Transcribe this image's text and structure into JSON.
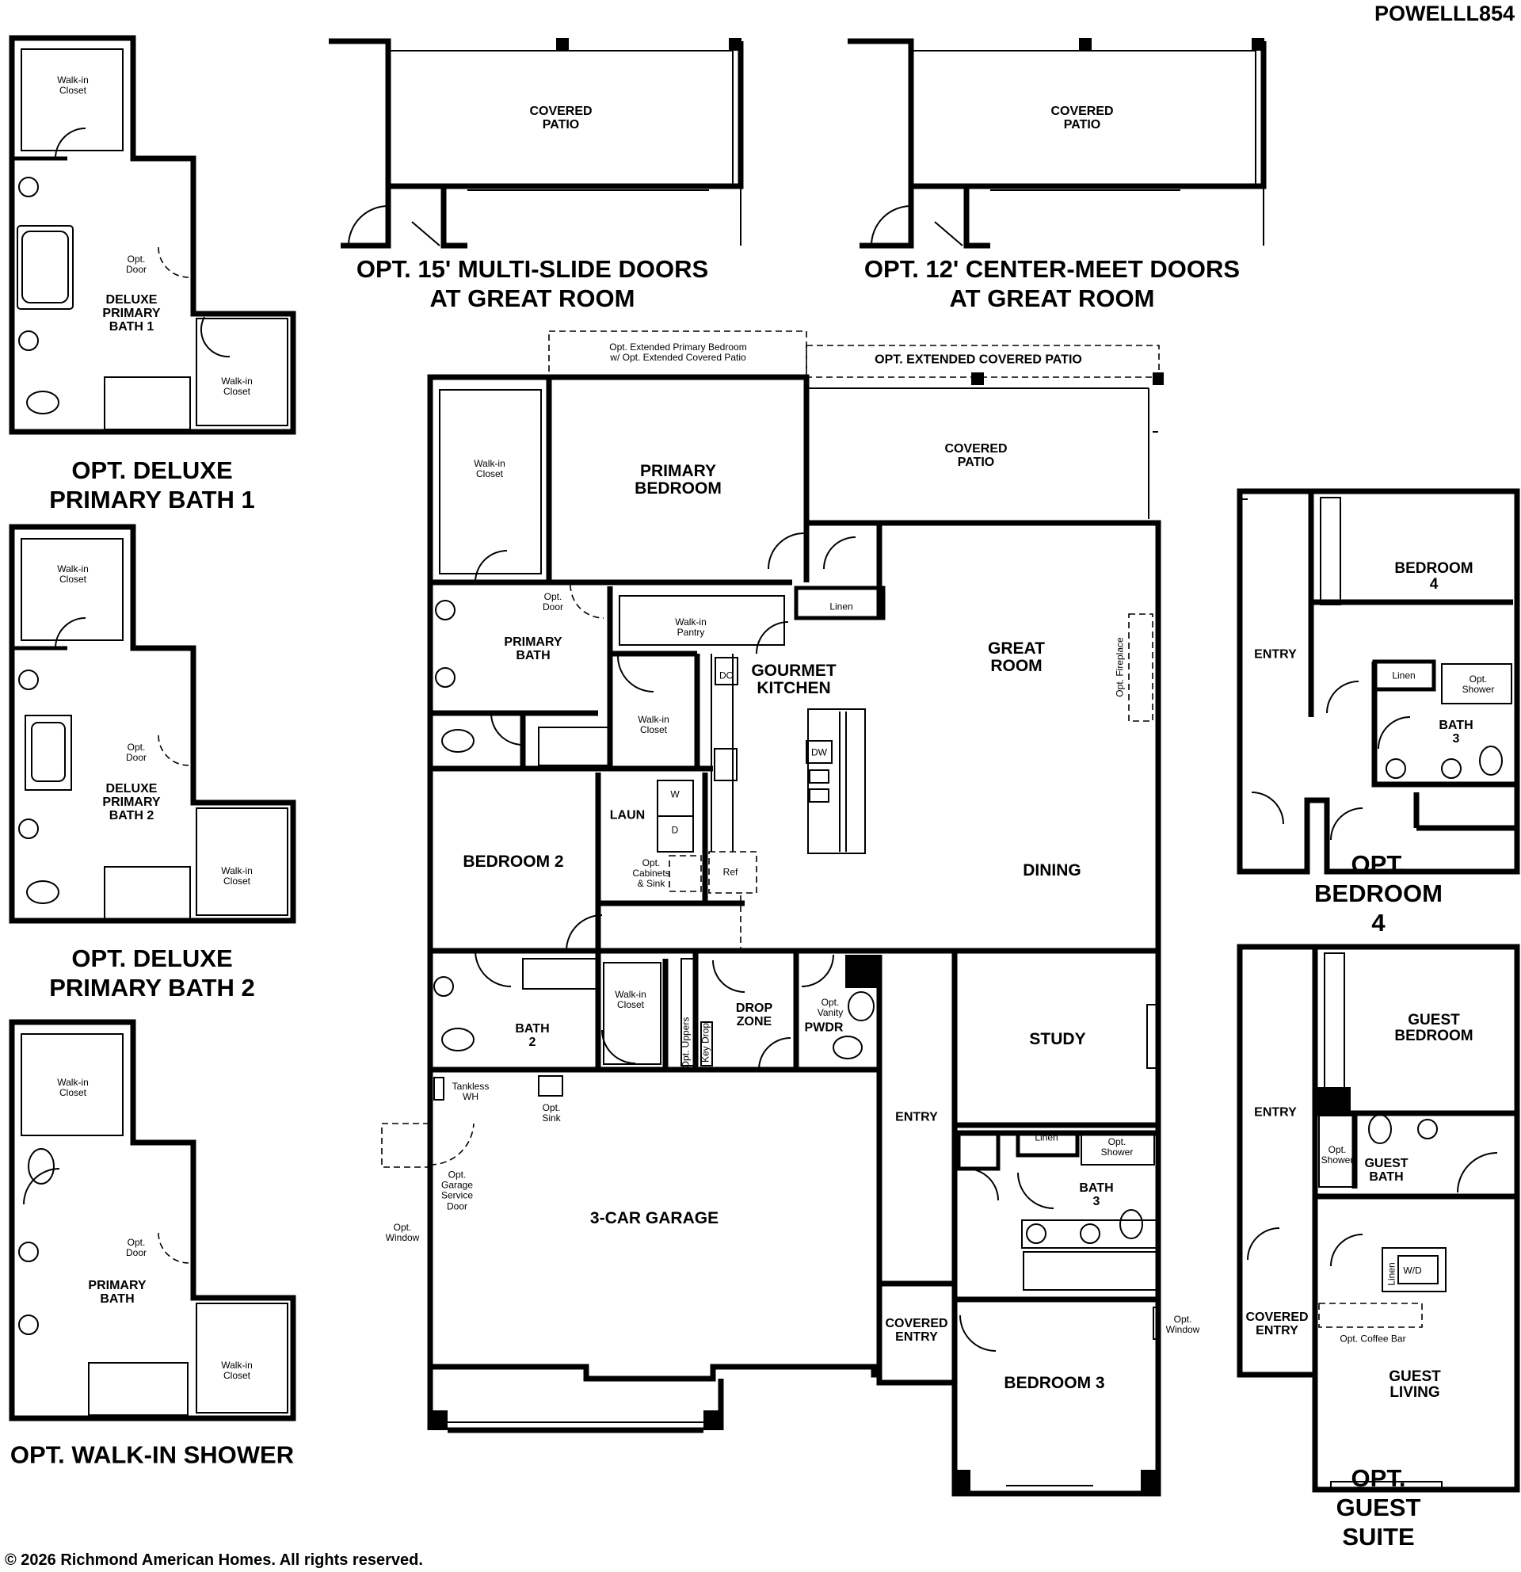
{
  "plan_code": "POWELLL854",
  "copyright": "© 2026 Richmond American Homes. All rights reserved.",
  "titles": {
    "deluxe_bath_1": "OPT. DELUXE\nPRIMARY BATH 1",
    "deluxe_bath_2": "OPT. DELUXE\nPRIMARY BATH 2",
    "walk_in_shower": "OPT. WALK-IN SHOWER",
    "multi_slide": "OPT. 15' MULTI-SLIDE DOORS\nAT GREAT ROOM",
    "center_meet": "OPT. 12' CENTER-MEET DOORS\nAT GREAT ROOM",
    "bedroom_4": "OPT. BEDROOM 4",
    "guest_suite": "OPT. GUEST SUITE"
  },
  "inset_labels": {
    "walk_in_closet": "Walk-in\nCloset",
    "opt_door": "Opt.\nDoor",
    "deluxe_primary_bath_1": "DELUXE\nPRIMARY\nBATH 1",
    "deluxe_primary_bath_2": "DELUXE\nPRIMARY\nBATH 2",
    "primary_bath": "PRIMARY\nBATH",
    "covered_patio": "COVERED\nPATIO",
    "bedroom_4": "BEDROOM 4",
    "entry": "ENTRY",
    "linen": "Linen",
    "opt_shower": "Opt.\nShower",
    "bath_3": "BATH\n3",
    "guest_bedroom": "GUEST\nBEDROOM",
    "guest_bath": "GUEST\nBATH",
    "linen_vert": "Linen",
    "wd": "W/D",
    "covered_entry": "COVERED\nENTRY",
    "opt_coffee_bar": "Opt. Coffee Bar",
    "guest_living": "GUEST\nLIVING"
  },
  "main_labels": {
    "opt_ext_primary": "Opt. Extended Primary Bedroom\nw/ Opt. Extended Covered Patio",
    "opt_ext_patio": "OPT. EXTENDED COVERED PATIO",
    "walk_in_closet_1": "Walk-in\nCloset",
    "primary_bedroom": "PRIMARY\nBEDROOM",
    "covered_patio": "COVERED\nPATIO",
    "linen": "Linen",
    "opt_door": "Opt.\nDoor",
    "primary_bath": "PRIMARY\nBATH",
    "walk_in_pantry": "Walk-in\nPantry",
    "gourmet_kitchen": "GOURMET\nKITCHEN",
    "great_room": "GREAT\nROOM",
    "opt_fireplace": "Opt. Fireplace",
    "do": "DO",
    "dw": "DW",
    "walk_in_closet_2": "Walk-in\nCloset",
    "laun": "LAUN",
    "w": "W",
    "d": "D",
    "bedroom_2": "BEDROOM 2",
    "opt_cabinets": "Opt.\nCabinets\n& Sink",
    "ref": "Ref",
    "dining": "DINING",
    "walk_in_closet_3": "Walk-in\nCloset",
    "bath_2": "BATH\n2",
    "opt_uppers": "Opt. Uppers",
    "key_drop": "Key Drop",
    "drop_zone": "DROP\nZONE",
    "opt_vanity": "Opt.\nVanity",
    "pwdr": "PWDR",
    "study": "STUDY",
    "tankless_wh": "Tankless\nWH",
    "opt_sink": "Opt.\nSink",
    "opt_garage_door": "Opt.\nGarage\nService\nDoor",
    "opt_window_left": "Opt.\nWindow",
    "garage": "3-CAR GARAGE",
    "entry": "ENTRY",
    "linen_2": "Linen",
    "opt_shower": "Opt.\nShower",
    "bath_3": "BATH\n3",
    "opt_window_right": "Opt.\nWindow",
    "covered_entry": "COVERED\nENTRY",
    "bedroom_3": "BEDROOM 3"
  }
}
